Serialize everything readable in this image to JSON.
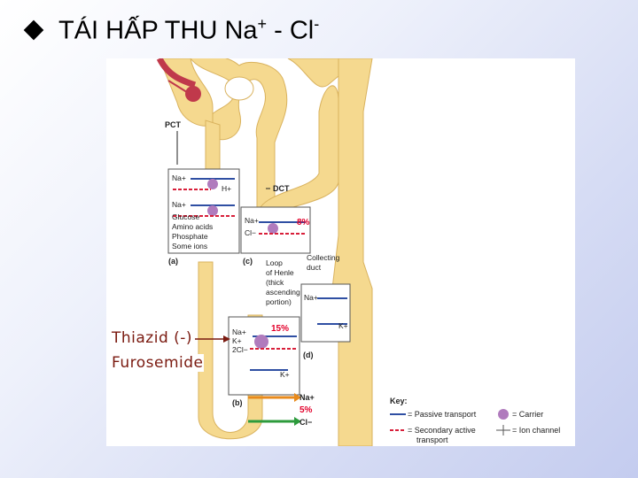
{
  "slide": {
    "title_main": "TÁI HẤP THU Na",
    "title_sup1": "+",
    "title_mid": " - Cl",
    "title_sup2": "-"
  },
  "side_labels": {
    "thiazid": "Thiazid (-)",
    "furosemide": "Furosemide"
  },
  "figure": {
    "segments": {
      "pct": "PCT",
      "dct": "DCT",
      "loop": [
        "Loop",
        "of Henle",
        "(thick",
        "ascending",
        "portion)"
      ],
      "collecting": [
        "Collecting",
        "duct"
      ]
    },
    "panel_a": {
      "letter": "(a)",
      "na1": "Na+",
      "h": "H+",
      "na2": "Na+",
      "solutes": [
        "Glucose",
        "Amino acids",
        "Phosphate",
        "Some ions"
      ]
    },
    "panel_c": {
      "letter": "(c)",
      "na": "Na+",
      "cl": "Cl−",
      "pct": "8%"
    },
    "panel_b": {
      "letter": "(b)",
      "na": "Na+",
      "k": "K+",
      "cl": "2Cl−",
      "k_out": "K+",
      "pct": "15%"
    },
    "panel_d": {
      "letter": "(d)",
      "na": "Na+",
      "k": "K+"
    },
    "bottom": {
      "na": "Na+",
      "pct": "5%",
      "cl": "Cl−"
    },
    "key": {
      "title": "Key:",
      "passive": "= Passive transport",
      "secondary": [
        "= Secondary active",
        "transport"
      ],
      "carrier": "= Carrier",
      "channel": "= Ion channel"
    }
  },
  "colors": {
    "tubule": "#f5d98f",
    "tubule_edge": "#d9b25e",
    "vessel": "#c0394b",
    "passive": "#2f4fa3",
    "secondary": "#d81f3a",
    "carrier": "#b07bbd",
    "label_red": "#7a1a10",
    "pct_red": "#e3002b"
  }
}
